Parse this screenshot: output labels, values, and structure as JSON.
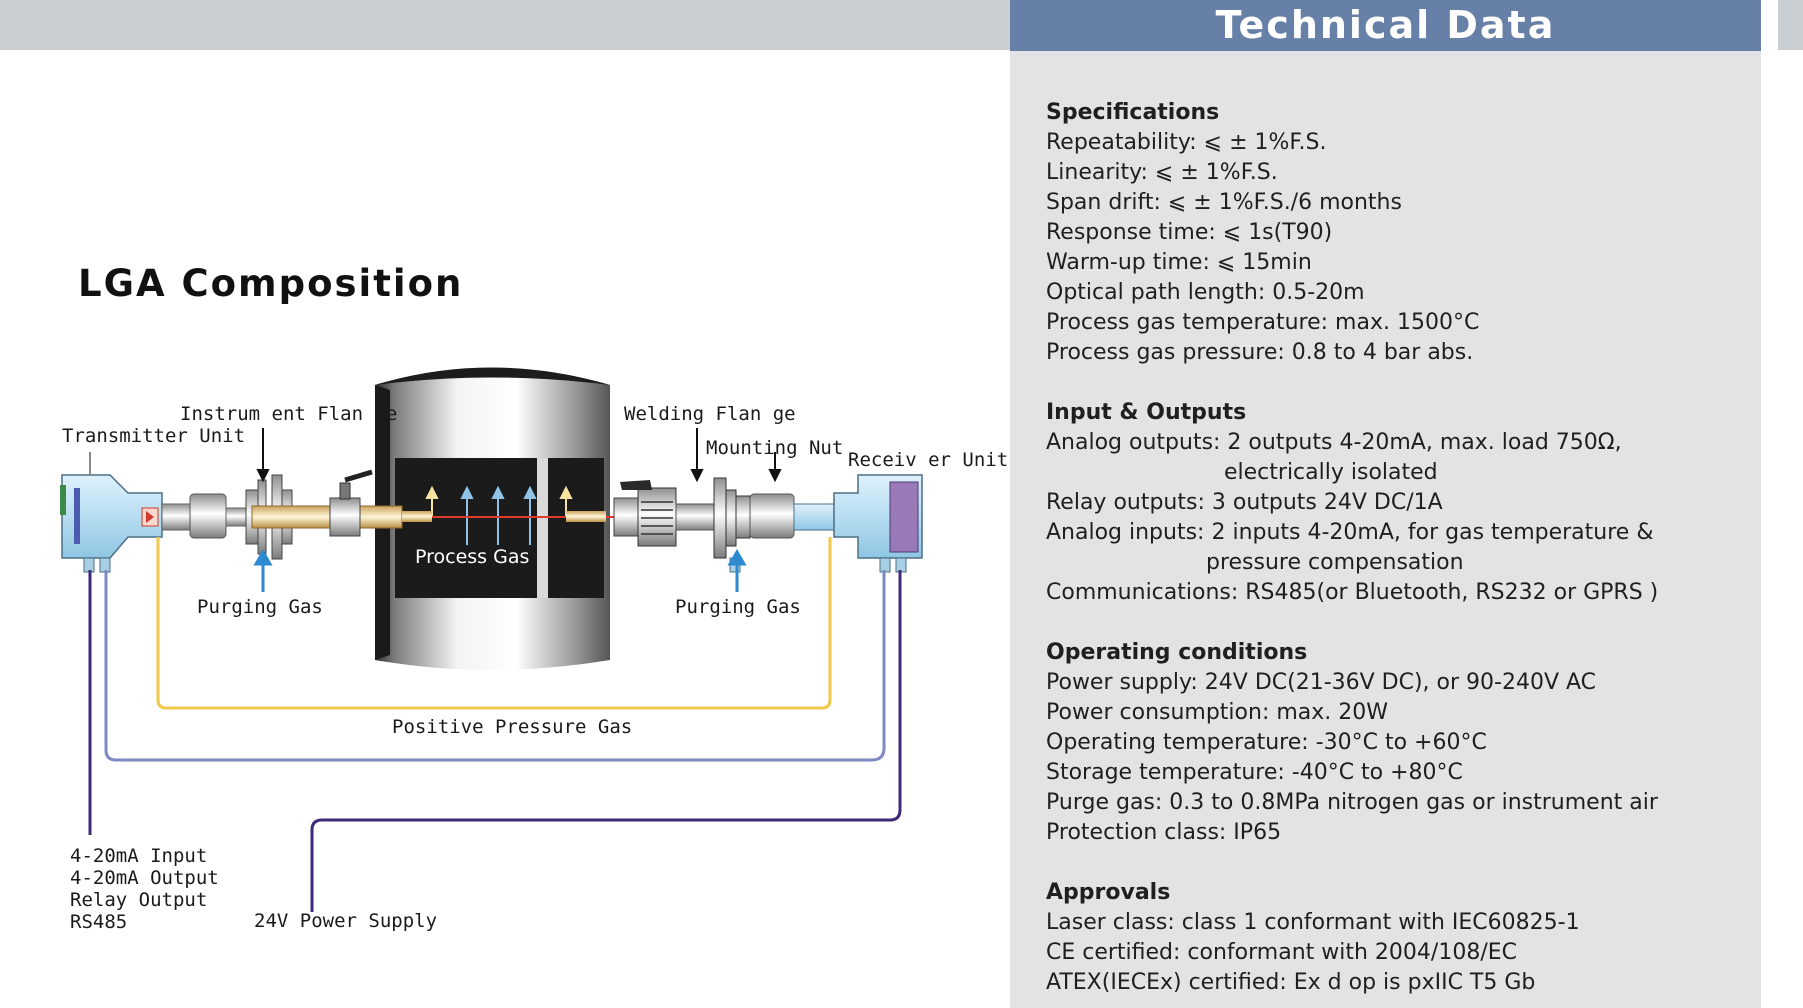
{
  "header": {
    "title": "Technical Data"
  },
  "diagram": {
    "title": "LGA Composition",
    "labels": {
      "transmitter_unit": "Transmitter Unit",
      "instrument_flange": "Instrum ent Flan ge",
      "welding_flange": "Welding Flan ge",
      "mounting_nut": "Mounting Nut",
      "receiver_unit": "Receiv er Unit",
      "process_gas": "Process Gas",
      "purging_gas_left": "Purging Gas",
      "purging_gas_right": "Purging Gas",
      "positive_pressure_gas": "Positive Pressure Gas",
      "io_lines": [
        "4-20mA Input",
        "4-20mA Output",
        "Relay Output",
        "RS485"
      ],
      "power_supply": "24V Power Supply"
    },
    "colors": {
      "positive_pressure_line": "#f0c84a",
      "purge_line": "#7f89c4",
      "signal_line": "#3f2a7a",
      "laser_beam": "#e03a2a",
      "arrow_blue": "#2d8ad0"
    }
  },
  "specs": {
    "specifications": {
      "title": "Specifications",
      "items": [
        "Repeatability: ⩽ ± 1%F.S.",
        "Linearity: ⩽ ± 1%F.S.",
        "Span drift: ⩽ ± 1%F.S./6 months",
        "Response time: ⩽ 1s(T90)",
        "Warm-up time: ⩽ 15min",
        "Optical path length: 0.5-20m",
        "Process gas temperature: max. 1500°C",
        "Process gas pressure: 0.8 to 4 bar abs."
      ]
    },
    "io": {
      "title": "Input & Outputs",
      "analog_outputs": "Analog outputs: 2 outputs 4-20mA, max. load 750Ω,",
      "analog_outputs_cont": "electrically isolated",
      "relay_outputs": "Relay outputs: 3 outputs 24V DC/1A",
      "analog_inputs": "Analog inputs: 2 inputs 4-20mA, for gas temperature &",
      "analog_inputs_cont": "pressure compensation",
      "communications": "Communications: RS485(or Bluetooth, RS232 or GPRS )"
    },
    "operating": {
      "title": "Operating conditions",
      "items": [
        "Power supply: 24V DC(21-36V DC), or 90-240V AC",
        "Power consumption: max. 20W",
        "Operating temperature: -30°C to +60°C",
        "Storage temperature: -40°C to +80°C",
        "Purge gas: 0.3 to 0.8MPa nitrogen gas or instrument air",
        "Protection class: IP65"
      ]
    },
    "approvals": {
      "title": "Approvals",
      "items": [
        "Laser class: class 1 conformant with IEC60825-1",
        "CE certified: conformant with 2004/108/EC",
        "ATEX(IECEx) certified: Ex d op is pxIIC T5 Gb"
      ]
    }
  }
}
